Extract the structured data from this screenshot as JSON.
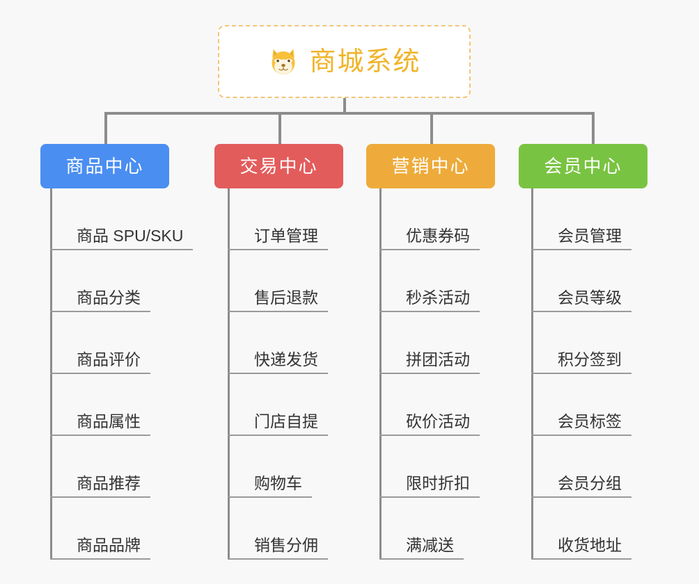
{
  "diagram": {
    "background_color": "#f8f8f8",
    "root": {
      "title": "商城系统",
      "icon": "shiba-inu-emoji",
      "text_color": "#f0b429",
      "border_color": "#f3c478"
    },
    "connector_color": "#8c8c8c",
    "columns": [
      {
        "id": "product-center",
        "label": "商品中心",
        "color": "#4a8ef1",
        "items": [
          "商品 SPU/SKU",
          "商品分类",
          "商品评价",
          "商品属性",
          "商品推荐",
          "商品品牌"
        ]
      },
      {
        "id": "trade-center",
        "label": "交易中心",
        "color": "#e35c5c",
        "items": [
          "订单管理",
          "售后退款",
          "快递发货",
          "门店自提",
          "购物车",
          "销售分佣"
        ]
      },
      {
        "id": "marketing-center",
        "label": "营销中心",
        "color": "#eeab3b",
        "items": [
          "优惠券码",
          "秒杀活动",
          "拼团活动",
          "砍价活动",
          "限时折扣",
          "满减送"
        ]
      },
      {
        "id": "member-center",
        "label": "会员中心",
        "color": "#78c council"
      }
    ]
  }
}
